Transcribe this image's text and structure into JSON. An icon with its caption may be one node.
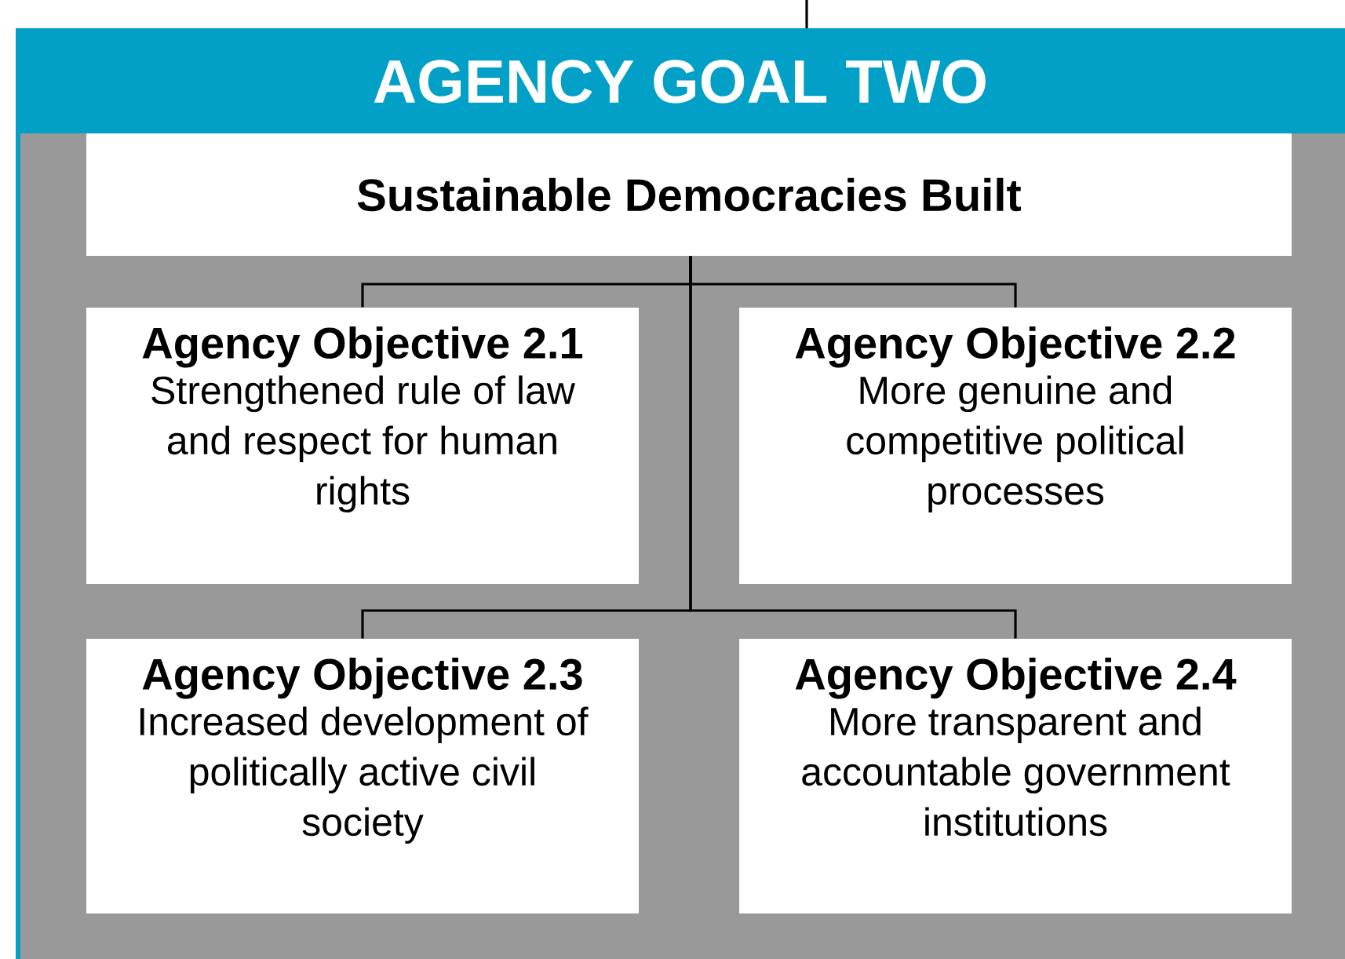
{
  "diagram": {
    "nodes": [
      {
        "text": [
          "AGENCY GOAL TWO"
        ]
      },
      {
        "text": [
          "Sustainable Democracies Built"
        ],
        "in": 0
      },
      {
        "text": [
          "Agency Objective 2.1",
          "Strengthened rule of law and respect for human rights"
        ],
        "in": 0
      },
      {
        "text": [
          "Agency Objective 2.2",
          "More genuine and competitive political processes"
        ],
        "in": 0
      },
      {
        "text": [
          "Agency Objective 2.3",
          "Increased development of politically active civil society"
        ],
        "in": 0
      },
      {
        "text": [
          "Agency Objective 2.4",
          "More transparent and accountable government institutions"
        ],
        "in": 0
      }
    ],
    "edges": [
      {
        "from": null,
        "to": 0,
        "arrow": "none"
      },
      {
        "from": 1,
        "to": 2,
        "arrow": "none"
      },
      {
        "from": 1,
        "to": 3,
        "arrow": "none"
      },
      {
        "from": 1,
        "to": 4,
        "arrow": "none"
      },
      {
        "from": 1,
        "to": 5,
        "arrow": "none"
      }
    ]
  }
}
